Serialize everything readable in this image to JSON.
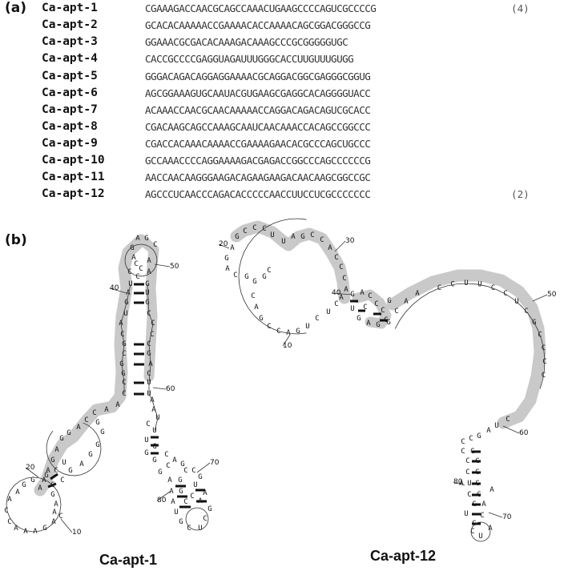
{
  "panel_a_label": "(a)",
  "panel_b_label": "(b)",
  "aptamers": [
    {
      "name": "Ca-apt-1",
      "seq": "CGAAAGACCAACGCAGCCAAACUGAAGCCCCAGUCGCCCCG",
      "count": "(4)"
    },
    {
      "name": "Ca-apt-2",
      "seq": "GCACACAAAAACCGAAAACACCAAAACAGCGGACGGGCCG",
      "count": ""
    },
    {
      "name": "Ca-apt-3",
      "seq": "GGAAACGCGACACAAAGACAAAGCCCGCGGGGGUGC",
      "count": ""
    },
    {
      "name": "Ca-apt-4",
      "seq": "CACCGCCCCGAGGUAGAUUUGGGCACCUUGUUUGUGG",
      "count": ""
    },
    {
      "name": "Ca-apt-5",
      "seq": "GGGACAGACAGGAGGAAAACGCAGGACGGCGAGGGCGGUG",
      "count": ""
    },
    {
      "name": "Ca-apt-6",
      "seq": "AGCGGAAAGUGCAAUACGUGAAGCGAGGCACAGGGGUACC",
      "count": ""
    },
    {
      "name": "Ca-apt-7",
      "seq": "ACAAACCAACGCAACAAAAACCAGGACAGACAGUCGCACC",
      "count": ""
    },
    {
      "name": "Ca-apt-8",
      "seq": "CGACAAGCAGCCAAAGCAAUCAACAAACCACAGCCGGCCC",
      "count": ""
    },
    {
      "name": "Ca-apt-9",
      "seq": "CGACCACAAACAAAACCGAAAAGAACACGCCCAGCUGCCC",
      "count": ""
    },
    {
      "name": "Ca-apt-10",
      "seq": "GCCAAACCCCAGGAAAAGACGAGACCGGCCCAGCCCCCCG",
      "count": ""
    },
    {
      "name": "Ca-apt-11",
      "seq": "AACCAACAAGGGAAGACAGAAGAAGACAACAAGCGGCCGC",
      "count": ""
    },
    {
      "name": "Ca-apt-12",
      "seq": "AGCCCUCAACCCAGACACCCCCAACCUUCCUCGCCCCCCC",
      "count": "(2)"
    }
  ],
  "structure_1": {
    "caption": "Ca-apt-1",
    "position_labels": [
      "10",
      "20",
      "40",
      "50",
      "60",
      "70",
      "80"
    ]
  },
  "structure_2": {
    "caption": "Ca-apt-12",
    "position_labels": [
      "10",
      "20",
      "30",
      "40",
      "50",
      "60",
      "70",
      "80"
    ]
  },
  "colors": {
    "highlight": "#c9c9c9",
    "text": "#111111",
    "bond": "#111111",
    "backbone": "#333333"
  }
}
